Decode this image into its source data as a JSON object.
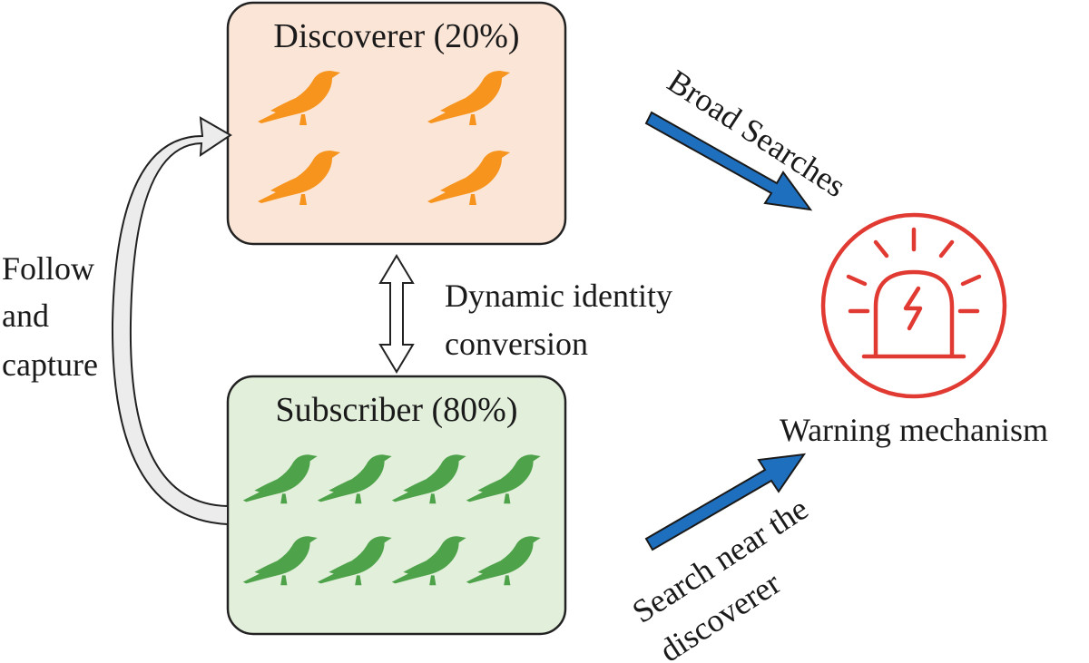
{
  "discoverer": {
    "title": "Discoverer (20%)",
    "fill": "#fbe5d6",
    "bird_color": "#f7941d",
    "bird_count": 4
  },
  "subscriber": {
    "title": "Subscriber (80%)",
    "fill": "#e2efda",
    "bird_color": "#4ea24a",
    "bird_count": 8
  },
  "follow_capture": {
    "lines": [
      "Follow",
      "and",
      "capture"
    ]
  },
  "dynamic_conversion": {
    "lines": [
      "Dynamic identity",
      "conversion"
    ]
  },
  "broad_searches": {
    "label": "Broad Searches",
    "arrow_color": "#1f6fbf"
  },
  "search_near": {
    "lines": [
      "Search near the",
      "discoverer"
    ],
    "arrow_color": "#1f6fbf"
  },
  "warning": {
    "label": "Warning mechanism",
    "icon": "alarm-siren-icon",
    "color": "#e03a32"
  }
}
